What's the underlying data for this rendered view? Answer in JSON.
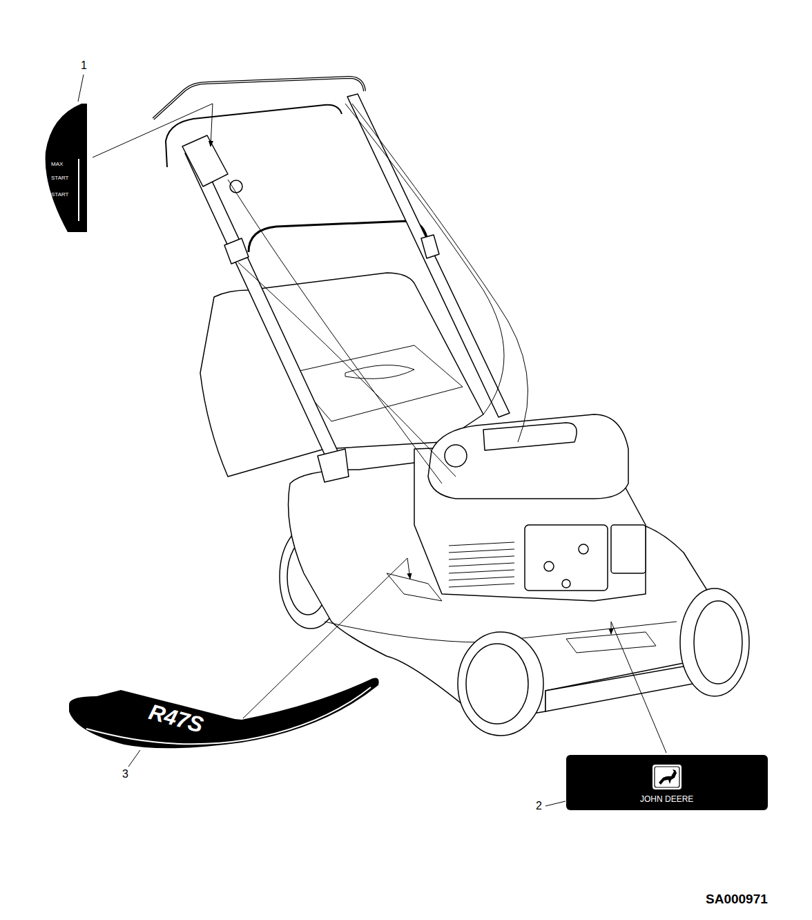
{
  "diagram": {
    "nodes": [
      {
        "text": [
          "MAX",
          "START",
          "START"
        ]
      },
      {
        "text": [
          "R47S"
        ]
      },
      {
        "text": [
          "JOHN DEERE"
        ]
      }
    ],
    "labels": [
      "1",
      "2",
      "3",
      "SA000971"
    ]
  }
}
